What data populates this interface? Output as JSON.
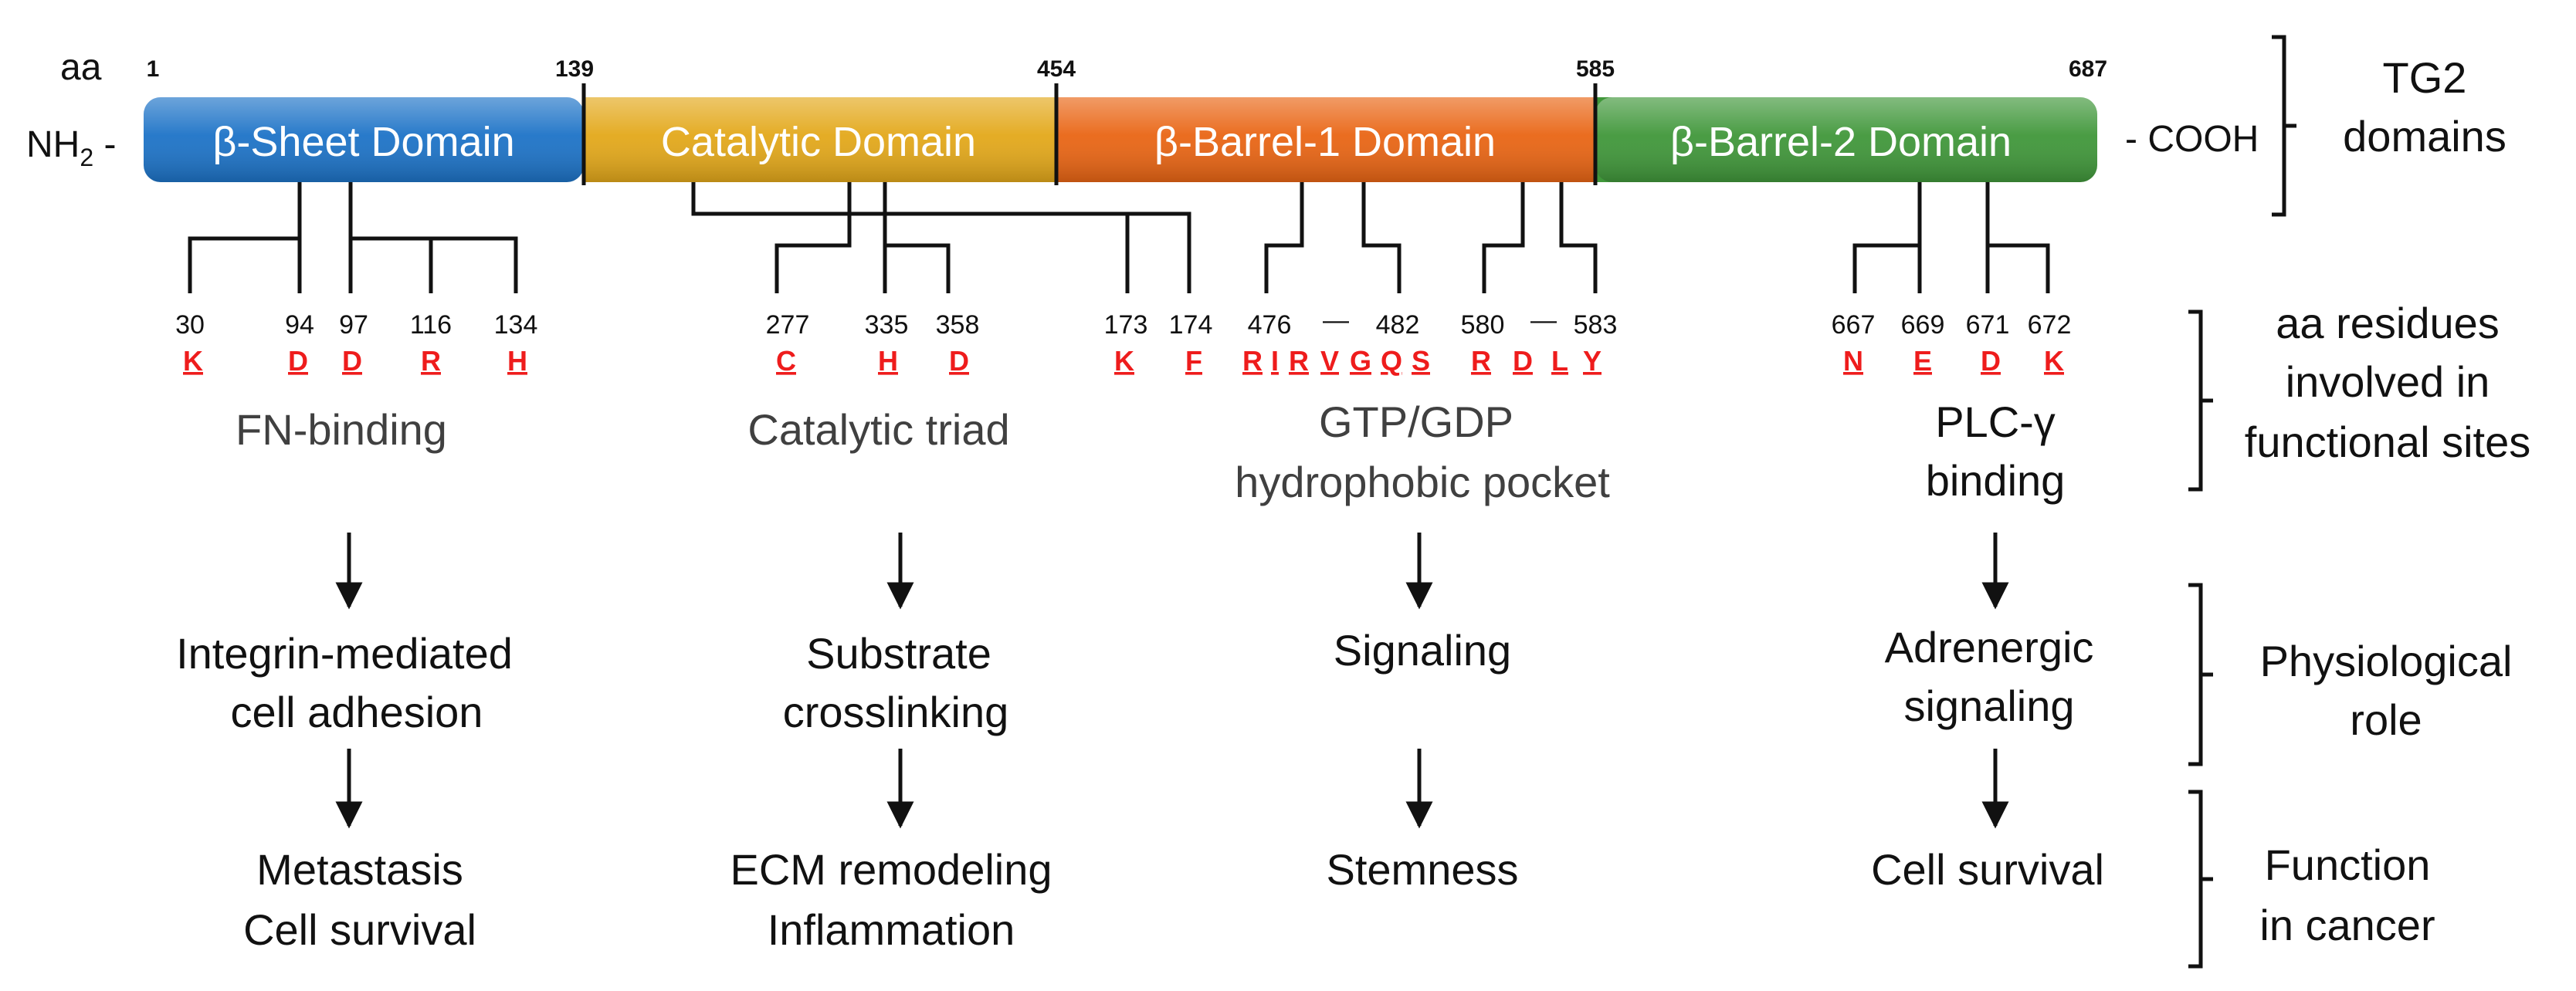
{
  "header": {
    "aa_label": "aa",
    "nh2_label": "NH",
    "nh2_sub": "2",
    "cooh_label": "COOH",
    "positions": [
      "1",
      "139",
      "454",
      "585",
      "687"
    ]
  },
  "domains": [
    {
      "name": "β-Sheet Domain",
      "color": "#1d73c7"
    },
    {
      "name": "Catalytic Domain",
      "color": "#e3a81a"
    },
    {
      "name": "β-Barrel-1 Domain",
      "color": "#e96514"
    },
    {
      "name": "β-Barrel-2 Domain",
      "color": "#40973a"
    }
  ],
  "residues": {
    "fn": {
      "numbers": [
        "30",
        "94",
        "97",
        "116",
        "134"
      ],
      "letters": [
        "K",
        "D",
        "D",
        "R",
        "H"
      ]
    },
    "catalytic": {
      "numbers": [
        "277",
        "335",
        "358"
      ],
      "letters": [
        "C",
        "H",
        "D"
      ]
    },
    "gtp_pair": {
      "numbers": [
        "173",
        "174"
      ],
      "letters": [
        "K",
        "F"
      ]
    },
    "gtp_range1": {
      "start": "476",
      "dash": "—",
      "end": "482",
      "letters": [
        "R",
        "I",
        "R",
        "V",
        "G",
        "Q",
        "S"
      ]
    },
    "gtp_range2": {
      "start": "580",
      "dash": "—",
      "end": "583",
      "letters": [
        "R",
        "D",
        "L",
        "Y"
      ]
    },
    "plc": {
      "numbers": [
        "667",
        "669",
        "671",
        "672"
      ],
      "letters": [
        "N",
        "E",
        "D",
        "K"
      ]
    }
  },
  "functional_sites": {
    "fn_binding": "FN-binding",
    "catalytic_triad": "Catalytic triad",
    "gtp_line1": "GTP/GDP",
    "gtp_line2": "hydrophobic pocket",
    "plc_line1": "PLC-γ",
    "plc_line2": "binding"
  },
  "physiological": {
    "col1_line1": "Integrin-mediated",
    "col1_line2": "cell adhesion",
    "col2_line1": "Substrate",
    "col2_line2": "crosslinking",
    "col3": "Signaling",
    "col4_line1": "Adrenergic",
    "col4_line2": "signaling"
  },
  "cancer": {
    "col1_line1": "Metastasis",
    "col1_line2": "Cell survival",
    "col2_line1": "ECM remodeling",
    "col2_line2": "Inflammation",
    "col3": "Stemness",
    "col4": "Cell survival"
  },
  "right_labels": {
    "tg2_line1": "TG2",
    "tg2_line2": "domains",
    "aa_line1": "aa residues",
    "aa_line2": "involved in",
    "aa_line3": "functional sites",
    "phys_line1": "Physiological",
    "phys_line2": "role",
    "func_line1": "Function",
    "func_line2": "in cancer"
  },
  "colors": {
    "residue_red": "#ee1c1c",
    "text_gray": "#404040",
    "line_black": "#111111"
  }
}
